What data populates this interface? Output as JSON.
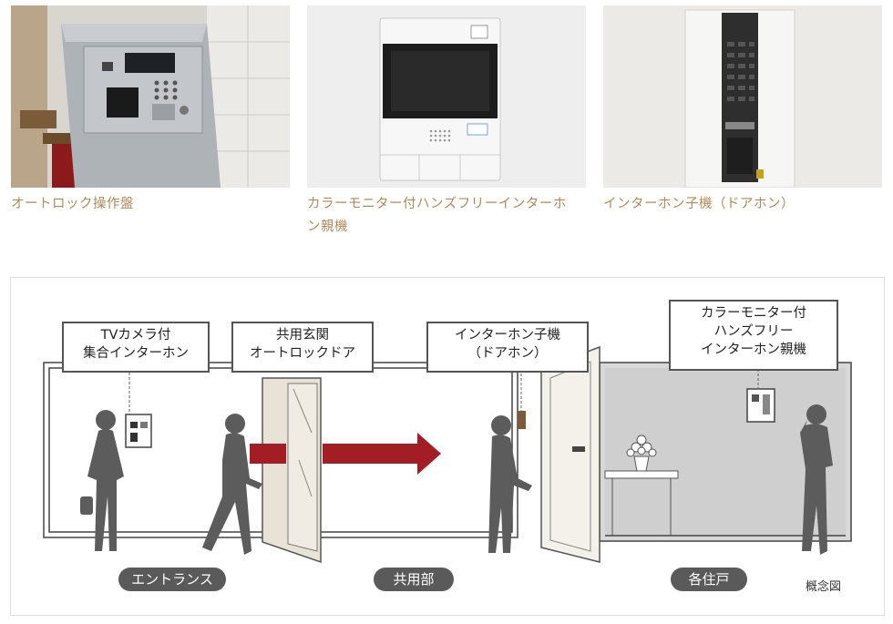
{
  "photos": [
    {
      "caption": "オートロック操作盤"
    },
    {
      "caption": "カラーモニター付ハンズフリーインターホ\nン親機"
    },
    {
      "caption": "インターホン子機（ドアホン）"
    }
  ],
  "diagram": {
    "labels": {
      "tv_camera": "TVカメラ付\n集合インターホン",
      "entrance_door": "共用玄関\nオートロックドア",
      "door_phone": "インターホン子機\n（ドアホン）",
      "master_unit": "カラーモニター付\nハンズフリー\nインターホン親機"
    },
    "zones": {
      "entrance": "エントランス",
      "common": "共用部",
      "dwelling": "各住戸"
    },
    "note": "概念図"
  },
  "colors": {
    "caption": "#b08a5a",
    "arrow": "#a31d24",
    "silhouette": "#5c5c5c",
    "pill": "#5a5a5a"
  }
}
